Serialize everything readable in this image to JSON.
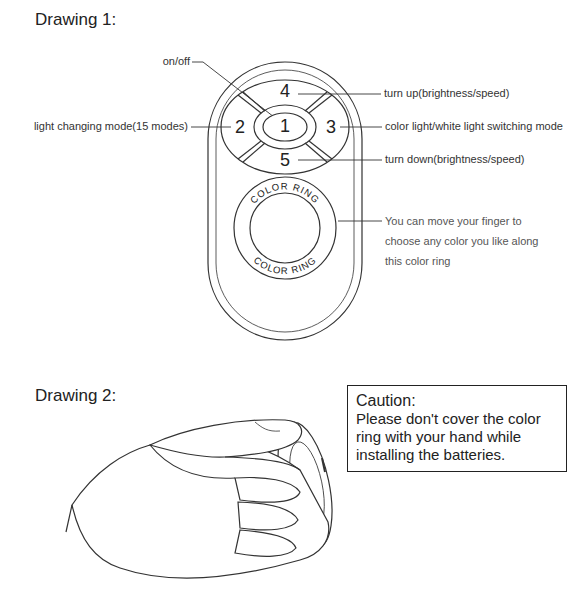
{
  "diagram": {
    "nodes": [
      {
        "text": [
          "4"
        ]
      },
      {
        "text": [
          "2"
        ]
      },
      {
        "text": [
          "1"
        ]
      },
      {
        "text": [
          "3"
        ]
      },
      {
        "text": [
          "5"
        ]
      },
      {
        "text": [
          "COLOR RING",
          "COLOR RING"
        ]
      },
      {
        "text": [
          "Caution:",
          "Please don't cover the color ring with your hand while installing the batteries."
        ]
      }
    ],
    "labels": [
      "Drawing 1:",
      "on/off",
      "turn up(brightness/speed)",
      "light changing mode(15 modes)",
      "color light/white light switching mode",
      "turn down(brightness/speed)",
      "You can move your finger to choose any color you like along this color ring",
      "Drawing 2:"
    ]
  }
}
